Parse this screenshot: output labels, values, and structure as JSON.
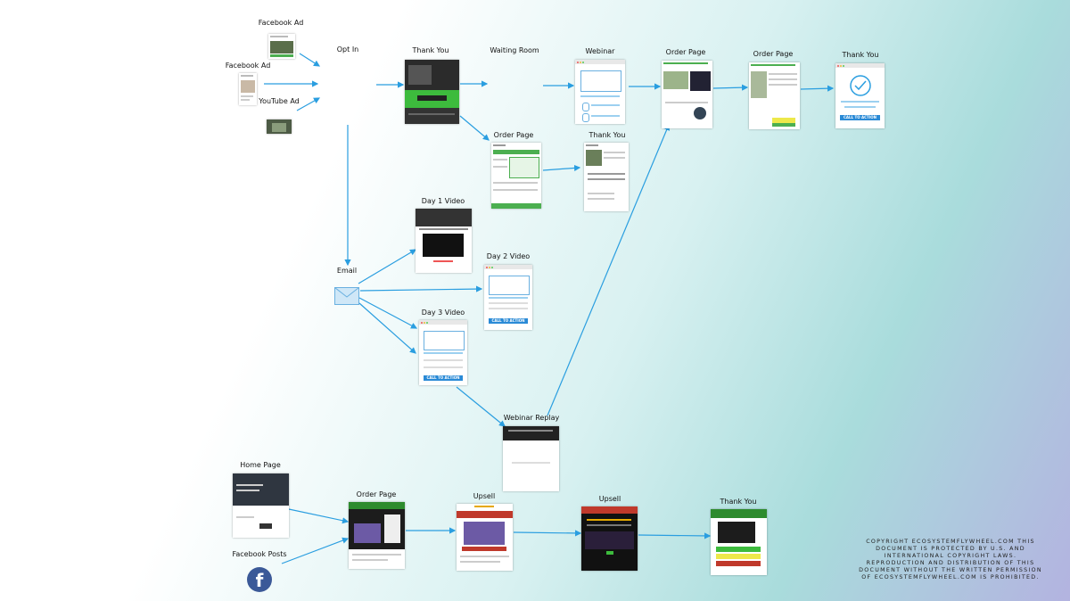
{
  "labels": {
    "facebook_ad_1": "Facebook Ad",
    "facebook_ad_2": "Facebook Ad",
    "youtube_ad": "YouTube Ad",
    "opt_in": "Opt In",
    "thank_you_1": "Thank You",
    "waiting_room": "Waiting Room",
    "webinar": "Webinar",
    "order_page_1": "Order Page",
    "order_page_2": "Order Page",
    "thank_you_2": "Thank You",
    "order_page_3": "Order Page",
    "thank_you_3": "Thank You",
    "day1_video": "Day 1 Video",
    "day2_video": "Day 2 Video",
    "day3_video": "Day 3 Video",
    "email": "Email",
    "webinar_replay": "Webinar Replay",
    "home_page": "Home Page",
    "order_page_4": "Order Page",
    "upsell_1": "Upsell",
    "upsell_2": "Upsell",
    "thank_you_4": "Thank You",
    "facebook_posts": "Facebook Posts"
  },
  "cta_text": "CALL TO ACTION",
  "facebook_letter": "f",
  "copyright": "COPYRIGHT ECOSYSTEMFLYWHEEL.COM THIS DOCUMENT IS PROTECTED BY U.S. AND INTERNATIONAL COPYRIGHT LAWS. REPRODUCTION AND DISTRIBUTION OF THIS DOCUMENT WITHOUT THE WRITTEN PERMISSION OF ECOSYSTEMFLYWHEEL.COM IS PROHIBITED.",
  "colors": {
    "arrow": "#2a9ee0",
    "cta": "#2a8ad6",
    "green": "#4caf50",
    "facebook": "#3b5998"
  },
  "icons": [
    "envelope-icon",
    "facebook-icon",
    "checkmark-icon",
    "image-placeholder-icon",
    "chart-icon",
    "person-icon"
  ]
}
